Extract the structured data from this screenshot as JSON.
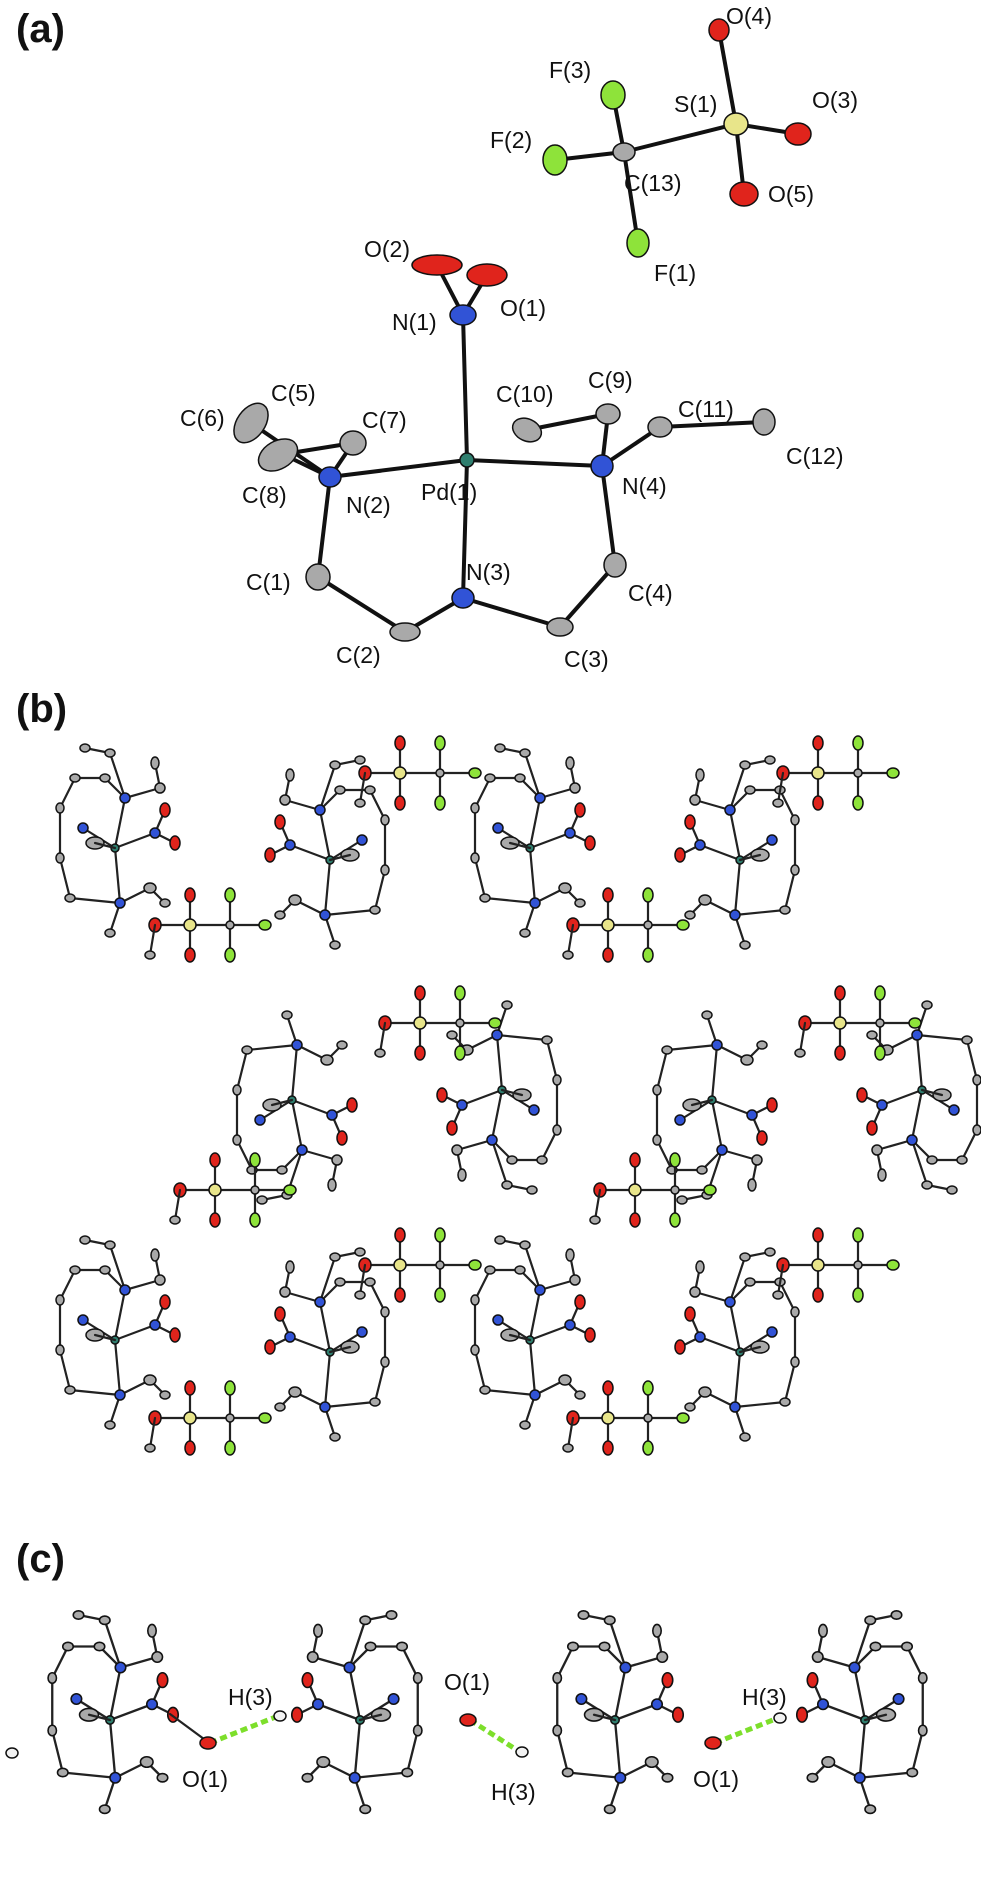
{
  "panels": {
    "a": {
      "label": "(a)"
    },
    "b": {
      "label": "(b)"
    },
    "c": {
      "label": "(c)"
    }
  },
  "atom_labels_a": {
    "O4": "O(4)",
    "O3": "O(3)",
    "O5": "O(5)",
    "F3": "F(3)",
    "F2": "F(2)",
    "F1": "F(1)",
    "S1": "S(1)",
    "C13": "C(13)",
    "O2": "O(2)",
    "O1": "O(1)",
    "N1": "N(1)",
    "C5": "C(5)",
    "C6": "C(6)",
    "C7": "C(7)",
    "C8": "C(8)",
    "N2": "N(2)",
    "Pd1": "Pd(1)",
    "C10": "C(10)",
    "C9": "C(9)",
    "C11": "C(11)",
    "C12": "C(12)",
    "N4": "N(4)",
    "C1": "C(1)",
    "N3": "N(3)",
    "C4": "C(4)",
    "C2": "C(2)",
    "C3": "C(3)"
  },
  "atom_labels_c": {
    "H3_a": "H(3)",
    "O1_a": "O(1)",
    "O1_b": "O(1)",
    "H3_b": "H(3)",
    "H3_c": "H(3)",
    "O1_c": "O(1)"
  },
  "element_colors": {
    "C": "#a9a9a9",
    "N": "#3153d6",
    "O": "#e0241c",
    "F": "#8ee33a",
    "S": "#e8e58a",
    "Pd": "#2f7f6f",
    "H": "#f2f2f2"
  }
}
